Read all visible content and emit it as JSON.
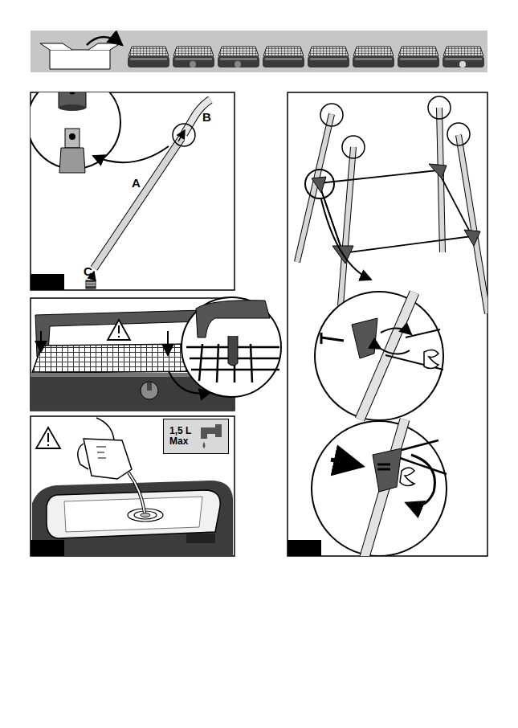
{
  "diagram": {
    "nodes": [
      {
        "text": [
          "1,5 L Max"
        ]
      }
    ],
    "labels": [
      "A",
      "B",
      "C"
    ]
  }
}
